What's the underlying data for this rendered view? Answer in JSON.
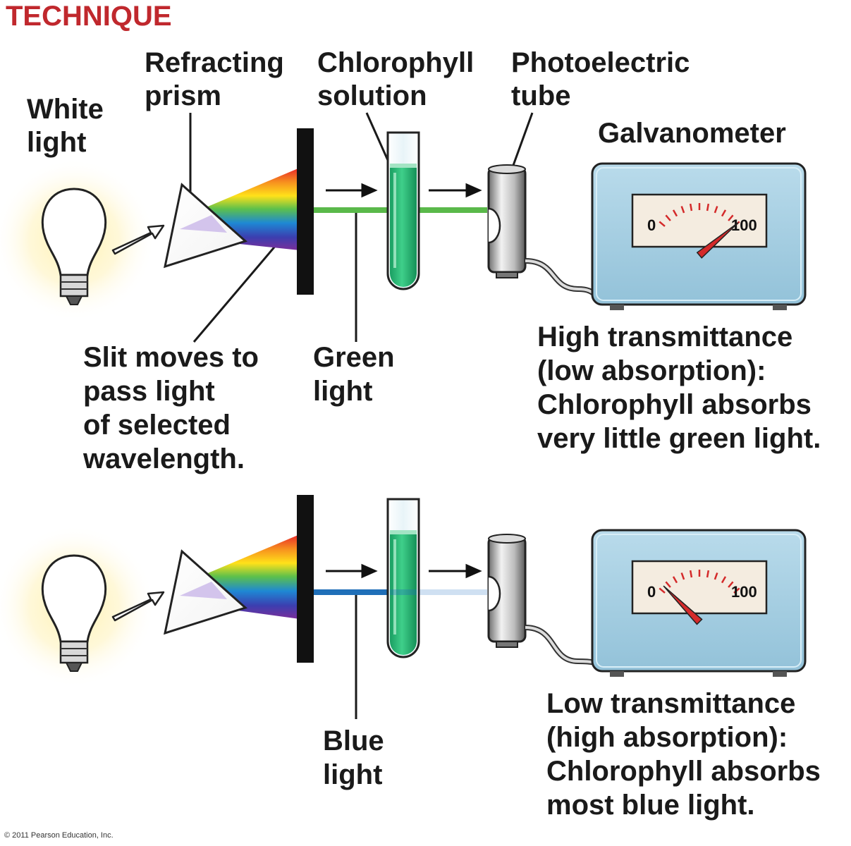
{
  "title": "TECHNIQUE",
  "labels": {
    "white_light": [
      "White",
      "light"
    ],
    "prism": [
      "Refracting",
      "prism"
    ],
    "chlorophyll": [
      "Chlorophyll",
      "solution"
    ],
    "photo_tube": [
      "Photoelectric",
      "tube"
    ],
    "galvanometer": "Galvanometer",
    "slit": [
      "Slit moves to",
      "pass light",
      "of selected",
      "wavelength."
    ],
    "green_light": [
      "Green",
      "light"
    ],
    "blue_light": [
      "Blue",
      "light"
    ]
  },
  "panels": [
    {
      "light_color": "green",
      "beam_color": "#5ab94a",
      "transmitted_color": "#5ab94a",
      "meter_min": "0",
      "meter_max": "100",
      "needle_reading": 100,
      "result": [
        "High transmittance",
        "(low absorption):",
        "Chlorophyll absorbs",
        "very little green light."
      ]
    },
    {
      "light_color": "blue",
      "beam_color": "#1f6fb8",
      "transmitted_color": "#cfe0f2",
      "meter_min": "0",
      "meter_max": "100",
      "needle_reading": 5,
      "result": [
        "Low transmittance",
        "(high absorption):",
        "Chlorophyll absorbs",
        "most blue light."
      ]
    }
  ],
  "colors": {
    "title_red": "#c0282d",
    "solution_green": "#2eb87a",
    "meter_case": "#a9cfe3",
    "needle_red": "#d42a2a"
  },
  "copyright": "© 2011 Pearson Education, Inc."
}
